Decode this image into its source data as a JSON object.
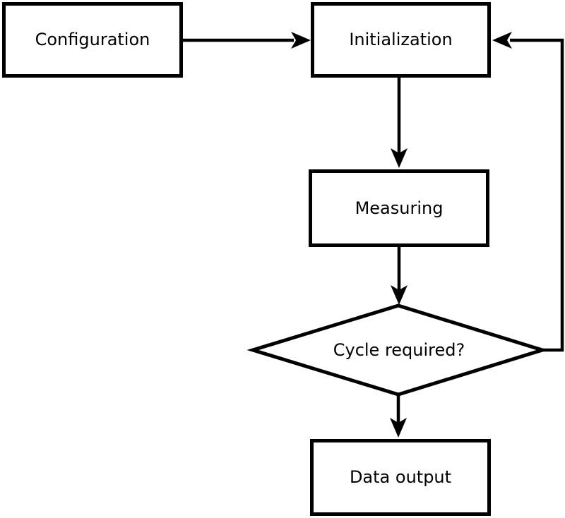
{
  "flowchart": {
    "nodes": {
      "configuration": {
        "label": "Configuration",
        "shape": "rectangle"
      },
      "initialization": {
        "label": "Initialization",
        "shape": "rectangle"
      },
      "measuring": {
        "label": "Measuring",
        "shape": "rectangle"
      },
      "cycle_required": {
        "label": "Cycle required?",
        "shape": "diamond"
      },
      "data_output": {
        "label": "Data output",
        "shape": "rectangle"
      }
    },
    "edges": [
      {
        "from": "configuration",
        "to": "initialization",
        "direction": "right"
      },
      {
        "from": "initialization",
        "to": "measuring",
        "direction": "down"
      },
      {
        "from": "measuring",
        "to": "cycle_required",
        "direction": "down"
      },
      {
        "from": "cycle_required",
        "to": "data_output",
        "direction": "down"
      },
      {
        "from": "cycle_required",
        "to": "initialization",
        "direction": "right-up-left",
        "note": "feedback loop"
      }
    ],
    "colors": {
      "stroke": "#000000",
      "node_fill": "#ffffff",
      "background": "#ffffff",
      "text": "#000000"
    }
  }
}
